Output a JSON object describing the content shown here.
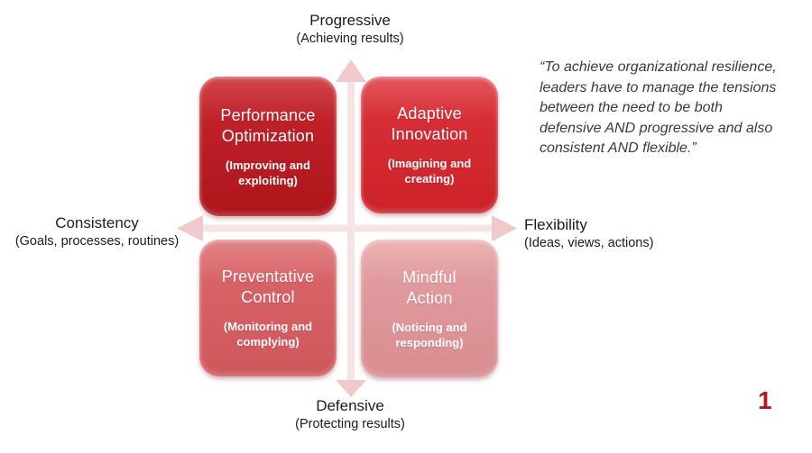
{
  "slide": {
    "background": "#FFFFFF",
    "page_number": "1",
    "page_number_color": "#B11A21"
  },
  "quote": {
    "lines": [
      "“To achieve organizational resilience,",
      "leaders have to manage the tensions",
      "between the need to be both",
      "defensive AND progressive and also",
      "consistent AND flexible.”"
    ]
  },
  "axes": {
    "top": {
      "label": "Progressive",
      "sublabel": "(Achieving results)"
    },
    "bottom": {
      "label": "Defensive",
      "sublabel": "(Protecting results)"
    },
    "left": {
      "label": "Consistency",
      "sublabel": "(Goals, processes, routines)"
    },
    "right": {
      "label": "Flexibility",
      "sublabel": "(Ideas, views, actions)"
    },
    "arrow_shaft_color": "#F6E4E5",
    "arrow_head_color": "#EFC9CB"
  },
  "quadrants": [
    {
      "id": "performance-optimization",
      "title_lines": [
        "Performance",
        "Optimization"
      ],
      "subtitle_lines": [
        "(Improving and",
        "exploiting)"
      ],
      "colors": {
        "top": "#D2474D",
        "mid": "#BF2129",
        "bottom": "#AE141B"
      }
    },
    {
      "id": "adaptive-innovation",
      "title_lines": [
        "Adaptive",
        "Innovation"
      ],
      "subtitle_lines": [
        "(Imagining and",
        "creating)"
      ],
      "colors": {
        "top": "#E4575E",
        "mid": "#D62D35",
        "bottom": "#CC2129"
      }
    },
    {
      "id": "preventative-control",
      "title_lines": [
        "Preventative",
        "Control"
      ],
      "subtitle_lines": [
        "(Monitoring and",
        "complying)"
      ],
      "colors": {
        "top": "#E2868A",
        "mid": "#D76266",
        "bottom": "#CE575B"
      }
    },
    {
      "id": "mindful-action",
      "title_lines": [
        "Mindful",
        "Action"
      ],
      "subtitle_lines": [
        "(Noticing and",
        "responding)"
      ],
      "colors": {
        "top": "#EDB3B5",
        "mid": "#E09A9D",
        "bottom": "#D98D90"
      }
    }
  ]
}
